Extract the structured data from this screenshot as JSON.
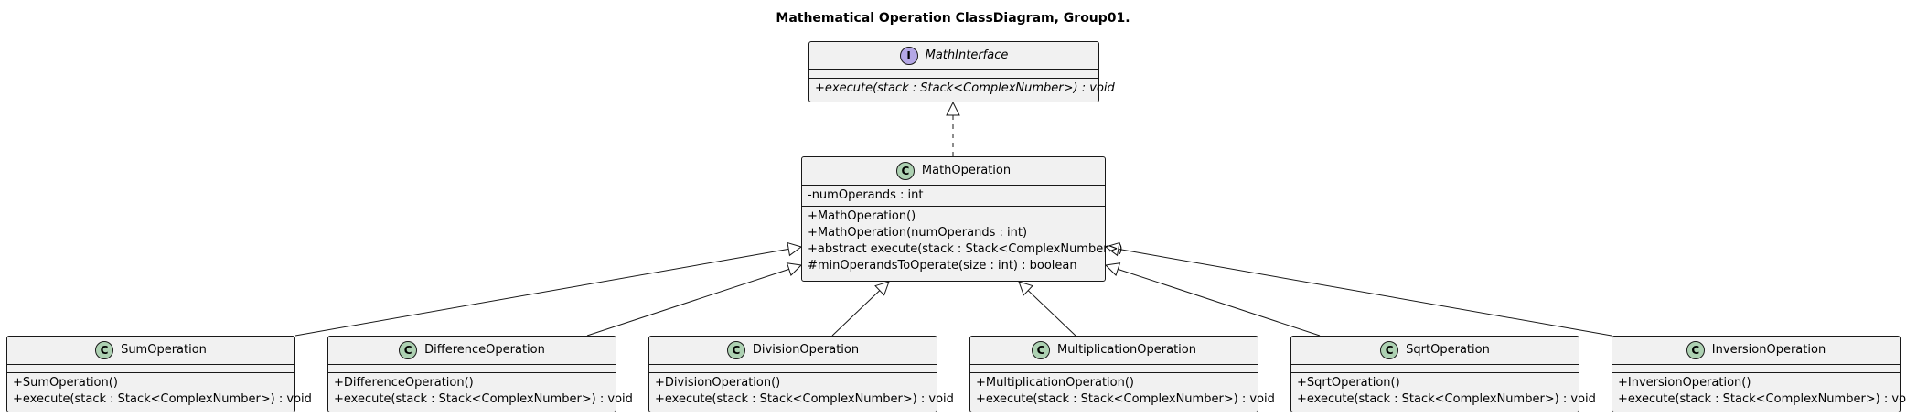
{
  "title": "Mathematical Operation ClassDiagram, Group01.",
  "colors": {
    "class_badge": "#add1b2",
    "interface_badge": "#b4a7e5",
    "box_fill": "#f1f1f1",
    "stroke": "#181818"
  },
  "interface": {
    "badge": "I",
    "name": "MathInterface",
    "methods": [
      "+execute(stack : Stack<ComplexNumber>) : void"
    ]
  },
  "base": {
    "badge": "C",
    "name": "MathOperation",
    "fields": [
      "-numOperands : int"
    ],
    "methods": [
      "+MathOperation()",
      "+MathOperation(numOperands : int)",
      "+abstract execute(stack : Stack<ComplexNumber>)",
      "#minOperandsToOperate(size : int) : boolean"
    ]
  },
  "subclasses": [
    {
      "badge": "C",
      "name": "SumOperation",
      "methods": [
        "+SumOperation()",
        "+execute(stack : Stack<ComplexNumber>) : void"
      ]
    },
    {
      "badge": "C",
      "name": "DifferenceOperation",
      "methods": [
        "+DifferenceOperation()",
        "+execute(stack : Stack<ComplexNumber>) : void"
      ]
    },
    {
      "badge": "C",
      "name": "DivisionOperation",
      "methods": [
        "+DivisionOperation()",
        "+execute(stack : Stack<ComplexNumber>) : void"
      ]
    },
    {
      "badge": "C",
      "name": "MultiplicationOperation",
      "methods": [
        "+MultiplicationOperation()",
        "+execute(stack : Stack<ComplexNumber>) : void"
      ]
    },
    {
      "badge": "C",
      "name": "SqrtOperation",
      "methods": [
        "+SqrtOperation()",
        "+execute(stack : Stack<ComplexNumber>) : void"
      ]
    },
    {
      "badge": "C",
      "name": "InversionOperation",
      "methods": [
        "+InversionOperation()",
        "+execute(stack : Stack<ComplexNumber>) : void"
      ]
    }
  ]
}
